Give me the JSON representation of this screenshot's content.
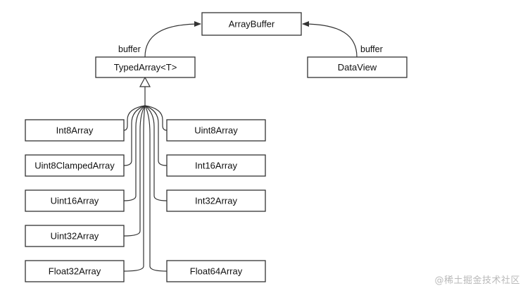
{
  "nodes": {
    "arraybuffer": "ArrayBuffer",
    "typedarray": "TypedArray<T>",
    "dataview": "DataView",
    "int8array": "Int8Array",
    "uint8clampedarray": "Uint8ClampedArray",
    "uint16array": "Uint16Array",
    "uint32array": "Uint32Array",
    "float32array": "Float32Array",
    "uint8array": "Uint8Array",
    "int16array": "Int16Array",
    "int32array": "Int32Array",
    "float64array": "Float64Array"
  },
  "edges": {
    "typedarray_buffer_label": "buffer",
    "dataview_buffer_label": "buffer"
  },
  "watermark": "@稀土掘金技术社区",
  "colors": {
    "stroke": "#333333",
    "background": "#ffffff",
    "watermark": "#b9b9b9"
  }
}
